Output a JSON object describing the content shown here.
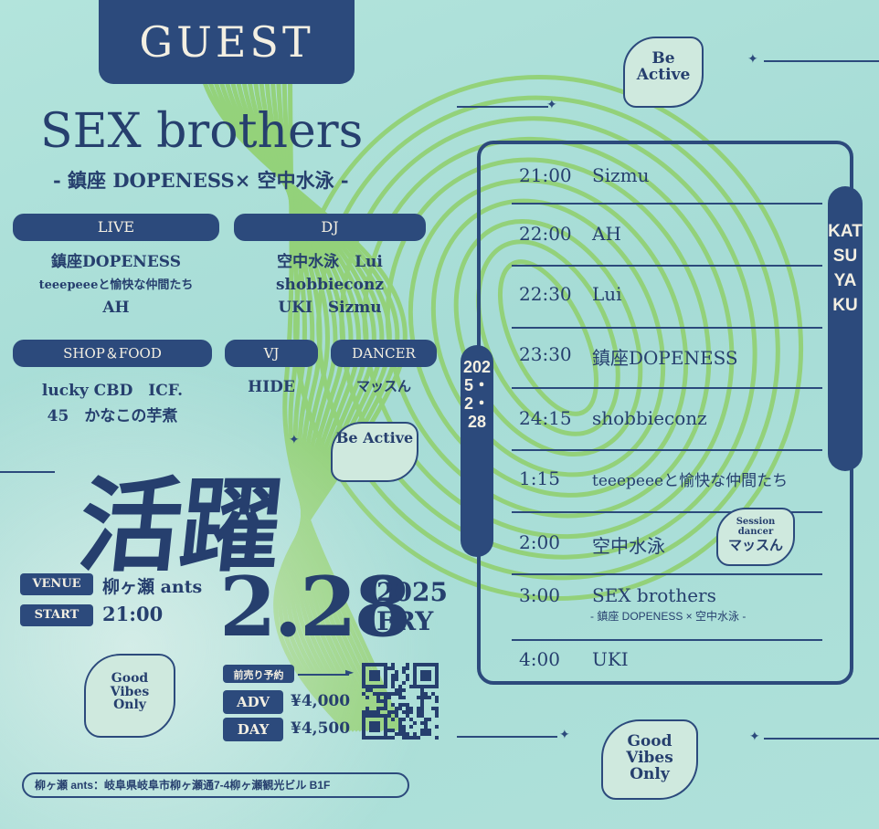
{
  "colors": {
    "navy": "#2c4a7c",
    "bg": "#a9dfd8",
    "green": "#8fcf6a",
    "cream": "#f3efe2"
  },
  "guest_label": "GUEST",
  "headliner": {
    "name": "SEX brothers",
    "subtitle": "- 鎮座 DOPENESS× 空中水泳 -"
  },
  "sections": {
    "live": {
      "label": "LIVE",
      "lines": [
        "鎮座DOPENESS",
        "teeepeeeと愉快な仲間たち",
        "AH"
      ]
    },
    "dj": {
      "label": "DJ",
      "lines": [
        "空中水泳　Lui",
        "shobbieconz",
        "UKI　Sizmu"
      ]
    },
    "shop_food": {
      "label": "SHOP＆FOOD",
      "lines": [
        "lucky CBD　ICF.",
        "45　かなこの芋煮"
      ]
    },
    "vj": {
      "label": "VJ",
      "lines": [
        "HIDE"
      ]
    },
    "dancer": {
      "label": "DANCER",
      "lines": [
        "マッスん"
      ]
    }
  },
  "event_title": "活躍",
  "venue": {
    "label": "VENUE",
    "value": "柳ヶ瀬 ants"
  },
  "start": {
    "label": "START",
    "value": "21:00"
  },
  "date": {
    "big": "2.28",
    "year": "2025",
    "weekday": "FRY"
  },
  "tickets": {
    "presale_label": "前売り予約",
    "adv_label": "ADV",
    "adv_price": "¥4,000",
    "day_label": "DAY",
    "day_price": "¥4,500"
  },
  "address": "柳ヶ瀬 ants：岐阜県岐阜市柳ヶ瀬通7-4柳ヶ瀬観光ビル B1F",
  "badges": {
    "be_active": "Be Active",
    "good_vibes": "Good Vibes Only"
  },
  "timeline": {
    "side_label": "KATSUYAKU",
    "date_label": "2025・2・28",
    "rows": [
      {
        "time": "21:00",
        "name": "Sizmu"
      },
      {
        "time": "22:00",
        "name": "AH"
      },
      {
        "time": "22:30",
        "name": "Lui"
      },
      {
        "time": "23:30",
        "name": "鎮座DOPENESS"
      },
      {
        "time": "24:15",
        "name": "shobbieconz"
      },
      {
        "time": "1:15",
        "name": "teeepeeeと愉快な仲間たち"
      },
      {
        "time": "2:00",
        "name": "空中水泳"
      },
      {
        "time": "3:00",
        "name": "SEX brothers",
        "sub": "- 鎮座 DOPENESS × 空中水泳 -"
      },
      {
        "time": "4:00",
        "name": "UKI"
      }
    ],
    "session_badge": {
      "line1": "Session",
      "line2": "dancer",
      "line3": "マッスん"
    }
  }
}
